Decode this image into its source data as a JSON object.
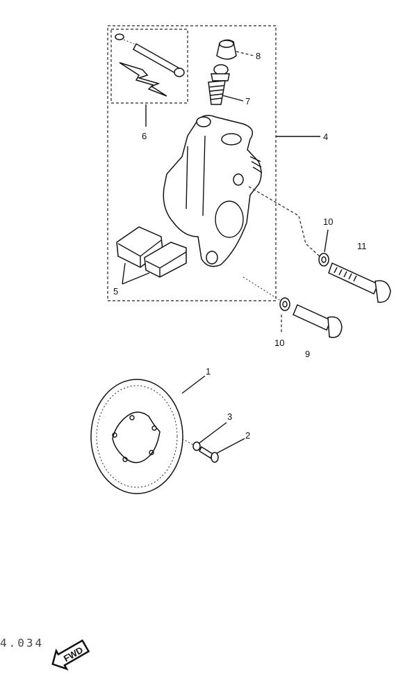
{
  "diagram": {
    "callouts": {
      "disc": "1",
      "bolt_disc": "2",
      "washer_disc": "3",
      "caliper_assembly": "4",
      "pads": "5",
      "pad_kit": "6",
      "bleed_screw": "7",
      "bleed_cap": "8",
      "bolt_lower": "9",
      "washer_upper": "10",
      "washer_lower": "10",
      "bolt_upper": "11"
    },
    "page_code": "4.034",
    "fwd_label": "FWD"
  }
}
